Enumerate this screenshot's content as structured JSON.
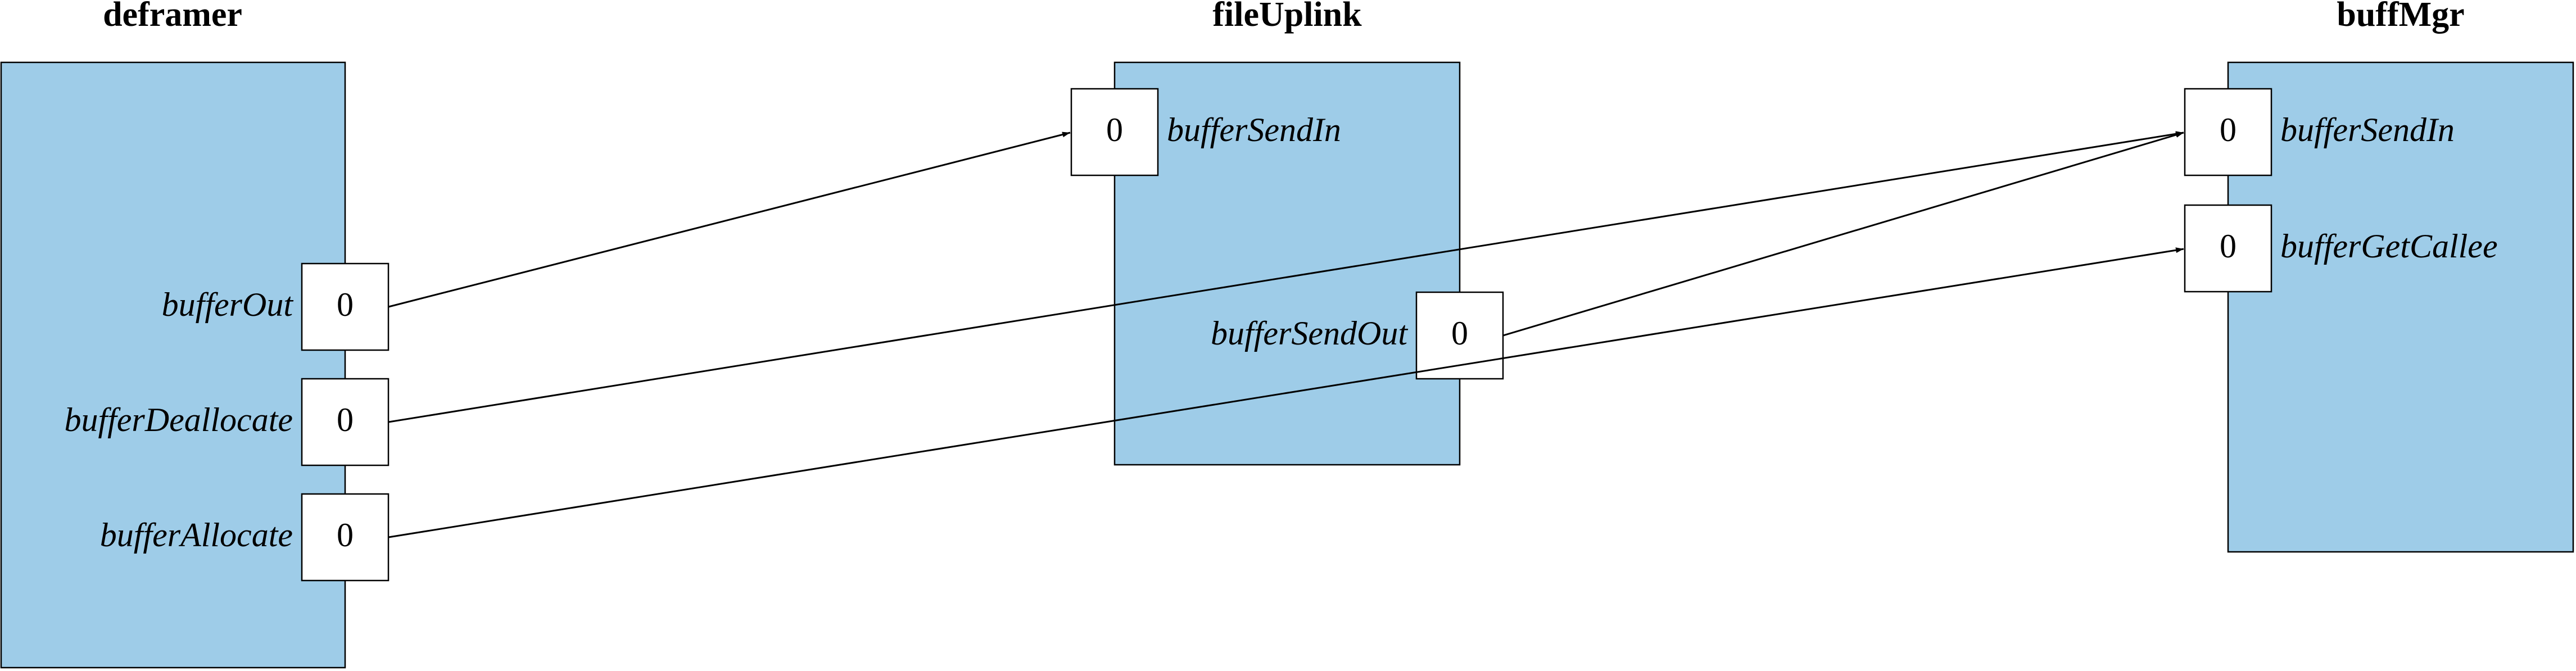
{
  "colors": {
    "component_fill": "#9ECCE8",
    "stroke": "#000000",
    "port_fill": "#FFFFFF"
  },
  "components": [
    {
      "id": "deframer",
      "title": "deframer",
      "ports": [
        {
          "id": "bufferOut",
          "label": "bufferOut",
          "number": "0"
        },
        {
          "id": "bufferDeallocate",
          "label": "bufferDeallocate",
          "number": "0"
        },
        {
          "id": "bufferAllocate",
          "label": "bufferAllocate",
          "number": "0"
        }
      ]
    },
    {
      "id": "fileUplink",
      "title": "fileUplink",
      "ports": [
        {
          "id": "bufferSendIn",
          "label": "bufferSendIn",
          "number": "0"
        },
        {
          "id": "bufferSendOut",
          "label": "bufferSendOut",
          "number": "0"
        }
      ]
    },
    {
      "id": "buffMgr",
      "title": "buffMgr",
      "ports": [
        {
          "id": "bufferSendIn",
          "label": "bufferSendIn",
          "number": "0"
        },
        {
          "id": "bufferGetCallee",
          "label": "bufferGetCallee",
          "number": "0"
        }
      ]
    }
  ],
  "connections": [
    {
      "from": "deframer.bufferOut",
      "to": "fileUplink.bufferSendIn"
    },
    {
      "from": "deframer.bufferDeallocate",
      "to": "buffMgr.bufferSendIn"
    },
    {
      "from": "fileUplink.bufferSendOut",
      "to": "buffMgr.bufferSendIn"
    },
    {
      "from": "deframer.bufferAllocate",
      "to": "buffMgr.bufferGetCallee"
    }
  ]
}
